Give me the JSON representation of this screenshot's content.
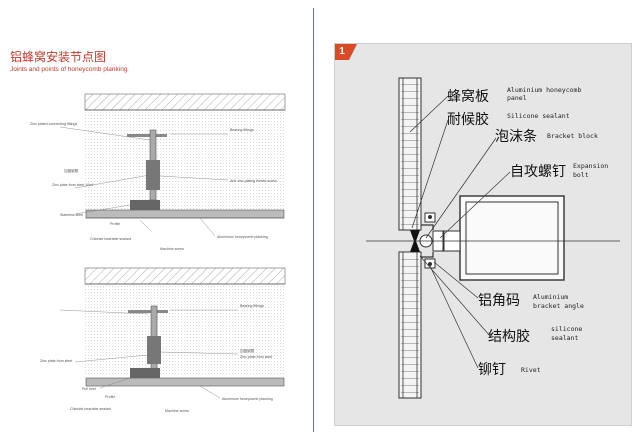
{
  "left": {
    "title": "铝蜂窝安装节点图",
    "subtitle": "Joints and points of honeycomb planking",
    "d1_labels": {
      "a": "Zinc plated connecting fittings",
      "b": "Bearing fittings",
      "c": "加固钢筋",
      "d": "Zinc plate from steel 10x4",
      "e": "Stainless steel",
      "f": "Profile",
      "g": "Chloride bearable sealant",
      "h": "Aluminium honeycomb planking",
      "i": "Anti zinc plating thread screw",
      "j": "Machine screw"
    },
    "d2_labels": {
      "a": "Bearing fittings",
      "b": "Zinc plate from steel",
      "c": "加固钢筋",
      "d": "Zinc plate from steel",
      "e": "Pull rivet",
      "f": "Profile",
      "g": "Chloride bearable sealant",
      "h": "Aluminium honeycomb planking",
      "i": "Machine screw"
    }
  },
  "right": {
    "badge": "1",
    "labels": {
      "panel_zh": "蜂窝板",
      "panel_en1": "Aluminium honeycomb",
      "panel_en2": "panel",
      "sil_zh": "耐候胶",
      "sil_en": "Silicone sealant",
      "foam_zh": "泡沫条",
      "foam_en": "Bracket block",
      "bolt_zh": "自攻螺钉",
      "bolt_en1": "Expansion",
      "bolt_en2": "bolt",
      "angle_zh": "铝角码",
      "angle_en1": "Aluminium",
      "angle_en2": "bracket angle",
      "struct_zh": "结构胶",
      "struct_en1": "silicone",
      "struct_en2": "sealant",
      "rivet_zh": "铆钉",
      "rivet_en": "Rivet"
    }
  }
}
